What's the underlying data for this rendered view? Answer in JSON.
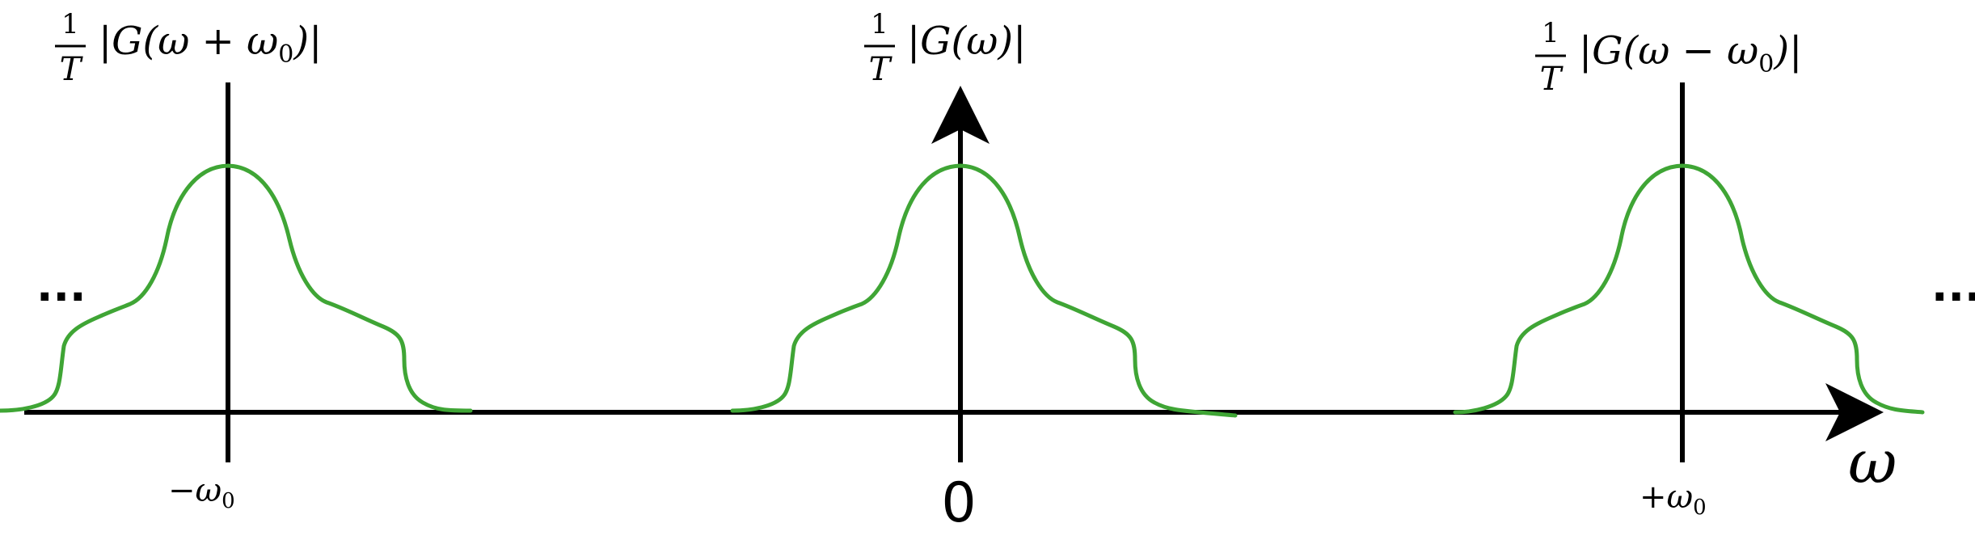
{
  "colors": {
    "curve": "#3fa535",
    "axis": "#000000"
  },
  "labels": {
    "left_formula": {
      "numerator": "1",
      "denominator": "T",
      "text": "|G(ω + ω",
      "subscript": "0",
      "suffix": ")|"
    },
    "center_formula": {
      "numerator": "1",
      "denominator": "T",
      "text": "|G(ω)|"
    },
    "right_formula": {
      "numerator": "1",
      "denominator": "T",
      "text": "|G(ω − ω",
      "subscript": "0",
      "suffix": ")|"
    },
    "left_tick": {
      "prefix": "−ω",
      "subscript": "0"
    },
    "center_tick": "0",
    "right_tick": {
      "prefix": "+ω",
      "subscript": "0"
    },
    "axis_variable": "ω",
    "left_dots": "...",
    "right_dots": "..."
  }
}
